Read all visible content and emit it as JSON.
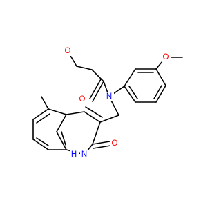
{
  "molecule": {
    "atom_labels": {
      "o_methoxy_acyl": "O",
      "o_carbonyl": "O",
      "n_amide": "N",
      "o_methoxy_aryl": "O",
      "nh_quinolinone": "H",
      "n_quinolinone": "N",
      "o_quinolinone": "O"
    }
  },
  "colors": {
    "bond": "#000000",
    "oxygen": "#ff0000",
    "nitrogen": "#0000ff",
    "background": "#ffffff"
  }
}
